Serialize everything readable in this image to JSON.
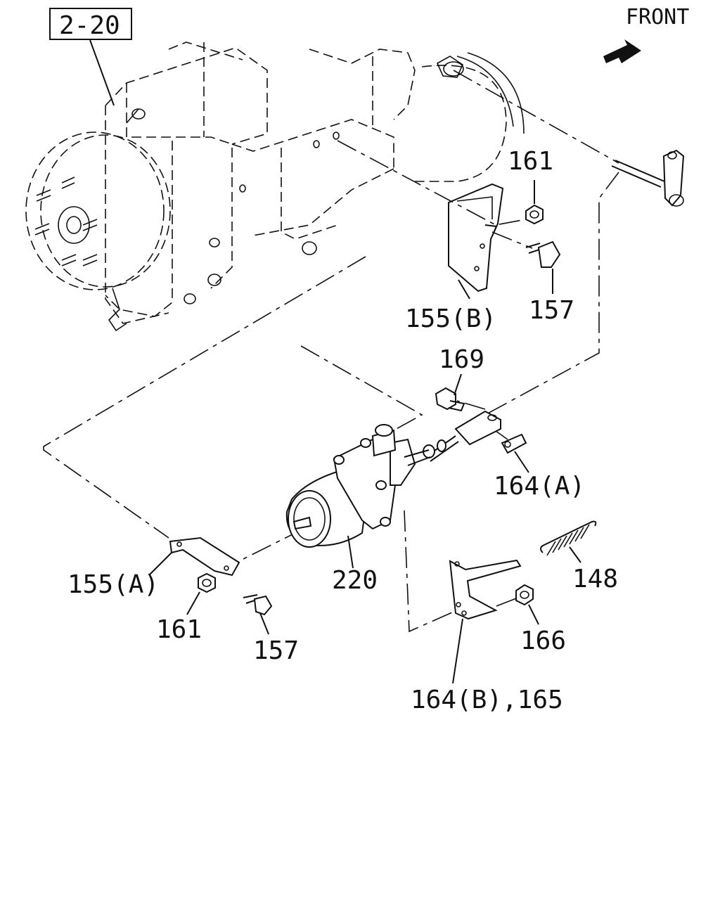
{
  "reference": {
    "label": "2-20"
  },
  "orientation": {
    "label": "FRONT",
    "icon": "front-arrow-icon"
  },
  "callouts": [
    {
      "id": "c161a",
      "text": "161"
    },
    {
      "id": "c157a",
      "text": "157"
    },
    {
      "id": "c155b",
      "text": "155(B)"
    },
    {
      "id": "c169",
      "text": "169"
    },
    {
      "id": "c164a",
      "text": "164(A)"
    },
    {
      "id": "c148",
      "text": "148"
    },
    {
      "id": "c155a",
      "text": "155(A)"
    },
    {
      "id": "c220",
      "text": "220"
    },
    {
      "id": "c161b",
      "text": "161"
    },
    {
      "id": "c157b",
      "text": "157"
    },
    {
      "id": "c166",
      "text": "166"
    },
    {
      "id": "c164b",
      "text": "164(B),165"
    }
  ]
}
